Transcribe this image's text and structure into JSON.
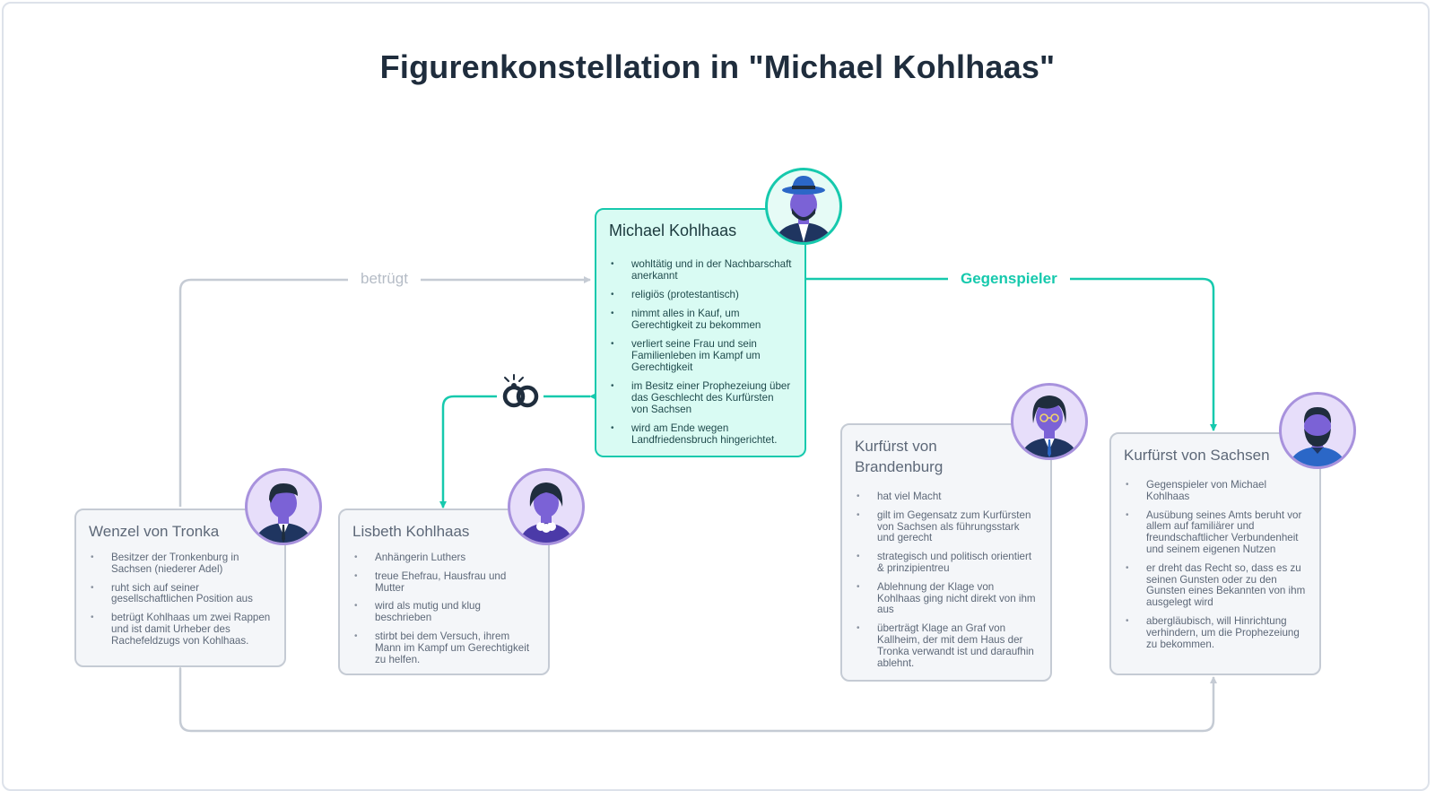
{
  "title": "Figurenkonstellation in \"Michael Kohlhaas\"",
  "colors": {
    "teal": "#16c9ad",
    "grey": "#c5cbd4",
    "purple": "#a892dd",
    "navy": "#1f2d3d"
  },
  "relations": {
    "betruegt": "betrügt",
    "gegenspieler": "Gegenspieler",
    "marriage_icon": "wedding-rings-icon"
  },
  "characters": {
    "kohlhaas": {
      "name": "Michael Kohlhaas",
      "traits": [
        "wohltätig und in der Nachbarschaft anerkannt",
        "religiös (protestantisch)",
        "nimmt alles in Kauf, um Gerechtigkeit zu bekommen",
        "verliert seine Frau und sein Familienleben im Kampf um Gerechtigkeit",
        "im Besitz einer Prophezeiung über das Geschlecht des Kurfürsten von Sachsen",
        "wird am Ende wegen Landfriedensbruch hingerichtet."
      ]
    },
    "tronka": {
      "name": "Wenzel von Tronka",
      "traits": [
        "Besitzer der Tronkenburg in Sachsen (niederer Adel)",
        "ruht sich auf seiner gesellschaftlichen Position aus",
        "betrügt Kohlhaas um zwei Rappen und ist damit Urheber des Rachefeldzugs von Kohlhaas."
      ]
    },
    "lisbeth": {
      "name": "Lisbeth Kohlhaas",
      "traits": [
        "Anhängerin Luthers",
        "treue Ehefrau, Hausfrau und Mutter",
        "wird als mutig und klug beschrieben",
        "stirbt bei dem Versuch, ihrem Mann im Kampf um Gerechtigkeit zu helfen."
      ]
    },
    "brandenburg": {
      "name": "Kurfürst von Brandenburg",
      "traits": [
        "hat viel Macht",
        "gilt im Gegensatz zum Kurfürsten von Sachsen als führungsstark und gerecht",
        "strategisch und politisch orientiert & prinzipientreu",
        "Ablehnung der Klage von Kohlhaas ging nicht direkt von ihm aus",
        "überträgt Klage an Graf von Kallheim, der mit dem Haus der Tronka verwandt ist und daraufhin ablehnt."
      ]
    },
    "sachsen": {
      "name": "Kurfürst von Sachsen",
      "traits": [
        "Gegenspieler von Michael Kohlhaas",
        "Ausübung seines Amts beruht vor allem auf familiärer und freundschaftlicher Verbundenheit und seinem eigenen Nutzen",
        "er dreht das Recht so, dass es zu seinen Gunsten oder zu den Gunsten eines Bekannten von ihm ausgelegt wird",
        "abergläubisch, will Hinrichtung verhindern, um die Prophezeiung zu bekommen."
      ]
    }
  }
}
